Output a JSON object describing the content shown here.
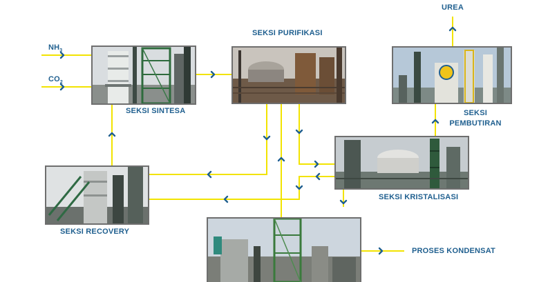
{
  "inputs": {
    "nh3": {
      "base": "NH",
      "sub": "3"
    },
    "co2": {
      "base": "CO",
      "sub": "2"
    }
  },
  "sections": {
    "sintesa": "SEKSI SINTESA",
    "purifikasi": "SEKSI PURIFIKASI",
    "pembutiran_line1": "SEKSI",
    "pembutiran_line2": "PEMBUTIRAN",
    "kristalisasi": "SEKSI KRISTALISASI",
    "recovery": "SEKSI RECOVERY"
  },
  "outputs": {
    "urea": "UREA",
    "kondensat": "PROSES KONDENSAT"
  },
  "colors": {
    "line": "#f2e300",
    "arrow": "#1f5f8f",
    "label": "#1f5f8f",
    "frame": "#6e6e6e"
  }
}
